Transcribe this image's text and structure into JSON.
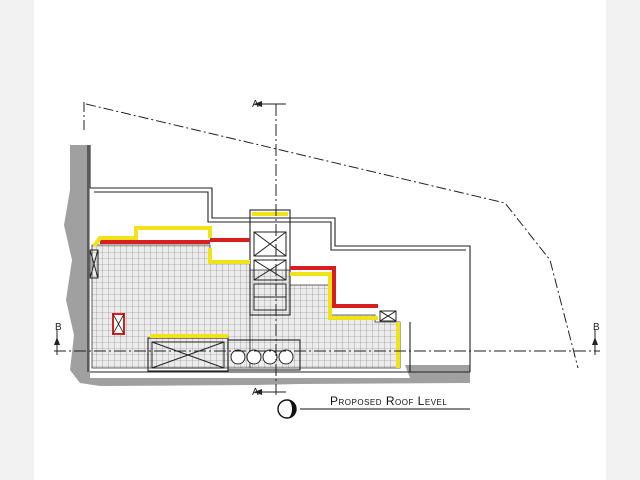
{
  "drawing": {
    "caption": "Proposed Roof Level",
    "section_markers": {
      "a_top": "A",
      "a_bottom": "A",
      "b_left": "B",
      "b_right": "B"
    }
  },
  "colors": {
    "paper": "#ffffff",
    "line": "#222222",
    "ground_hatch": "#9c9c9c",
    "roof_grid": "#777777",
    "roof_fill": "#e7e7e7",
    "parapet_red": "#d81f1f",
    "parapet_yellow": "#f2e21a"
  }
}
